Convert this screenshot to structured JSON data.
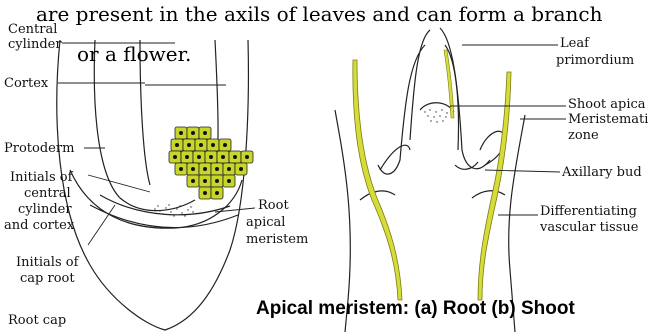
{
  "overlay_text": {
    "line1": "are present in the axils of leaves and can form a branch",
    "line2": "or a flower."
  },
  "root_labels": {
    "central_cylinder_1": "Central",
    "central_cylinder_2": "cylinder",
    "cortex": "Cortex",
    "protoderm": "Protoderm",
    "initials_central_1": "Initials of",
    "initials_central_2": "central",
    "initials_central_3": "cylinder",
    "initials_central_4": "and cortex",
    "initials_cap_1": "Initials of",
    "initials_cap_2": "cap root",
    "root_cap": "Root cap",
    "root_apical_1": "Root",
    "root_apical_2": "apical",
    "root_apical_3": "meristem"
  },
  "shoot_labels": {
    "leaf_primordium_1": "Leaf",
    "leaf_primordium_2": "primordium",
    "shoot_apica": "Shoot apica",
    "meristemati": "Meristemati",
    "zone": "zone",
    "axillary_bud": "Axillary bud",
    "differentiating_1": "Differentiating",
    "differentiating_2": "vascular tissue"
  },
  "caption": "Apical meristem: (a) Root (b) Shoot",
  "colors": {
    "meristem_fill": "#c8d52a",
    "vascular_fill": "#d6dc3a",
    "line": "#222222"
  }
}
